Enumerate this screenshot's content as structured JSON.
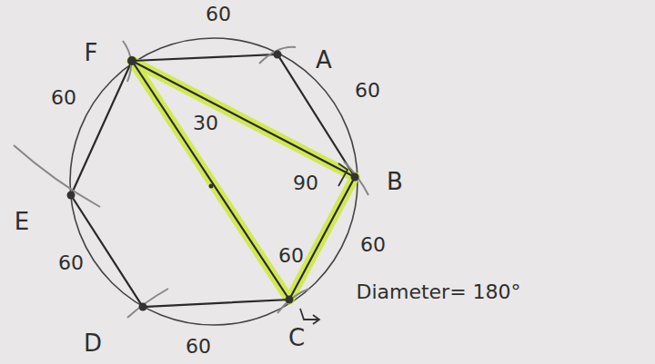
{
  "diagram": {
    "labels": [
      "60",
      "F",
      "A",
      "60",
      "60",
      "30",
      "E",
      "90",
      "B",
      "60",
      "60",
      "60",
      "Diameter= 180°",
      "C",
      "D",
      "60"
    ]
  }
}
